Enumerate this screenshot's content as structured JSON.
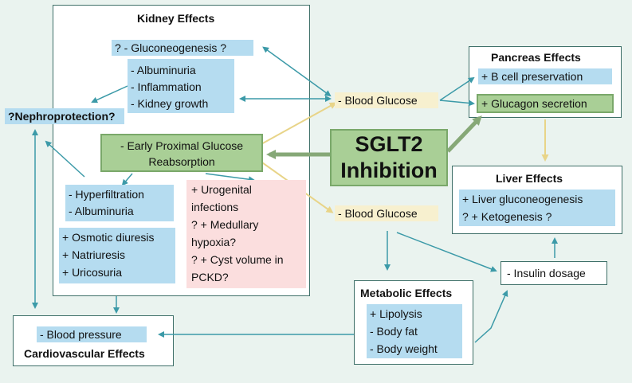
{
  "center": {
    "line1": "SGLT2",
    "line2": "Inhibition"
  },
  "kidney": {
    "title": "Kidney Effects",
    "gluconeogenesis": "? - Gluconeogenesis ?",
    "effects": [
      "- Albuminuria",
      "- Inflammation",
      "- Kidney growth"
    ],
    "early": [
      "- Early Proximal Glucose",
      "Reabsorption"
    ],
    "hyper": [
      "- Hyperfiltration",
      "- Albuminuria"
    ],
    "osmotic": [
      "+ Osmotic diuresis",
      "+ Natriuresis",
      "+ Uricosuria"
    ],
    "risks": [
      "+ Urogenital",
      "infections",
      "? + Medullary",
      "hypoxia?",
      "? + Cyst volume in",
      "PCKD?"
    ]
  },
  "nephroprotection": "?Nephroprotection?",
  "blood_glucose_top": "- Blood Glucose",
  "blood_glucose_mid": "- Blood Glucose",
  "pancreas": {
    "title": "Pancreas Effects",
    "items": [
      "+ B cell preservation",
      "+ Glucagon secretion"
    ]
  },
  "liver": {
    "title": "Liver Effects",
    "items": [
      "+ Liver gluconeogenesis",
      "? + Ketogenesis ?"
    ]
  },
  "insulin": "- Insulin dosage",
  "metabolic": {
    "title": "Metabolic Effects",
    "items": [
      "+ Lipolysis",
      "- Body fat",
      "- Body weight"
    ]
  },
  "cardio": {
    "title": "Cardiovascular Effects",
    "item": "- Blood pressure"
  },
  "colors": {
    "background": "#eaf3ef",
    "blue_fill": "#b5dcf0",
    "yellow_fill": "#f7f0cf",
    "pink_fill": "#fbdede",
    "green_fill": "#a9cf96",
    "arrow_teal": "#3c9aa8",
    "arrow_yellow": "#e8d488",
    "arrow_green": "#86a877"
  }
}
